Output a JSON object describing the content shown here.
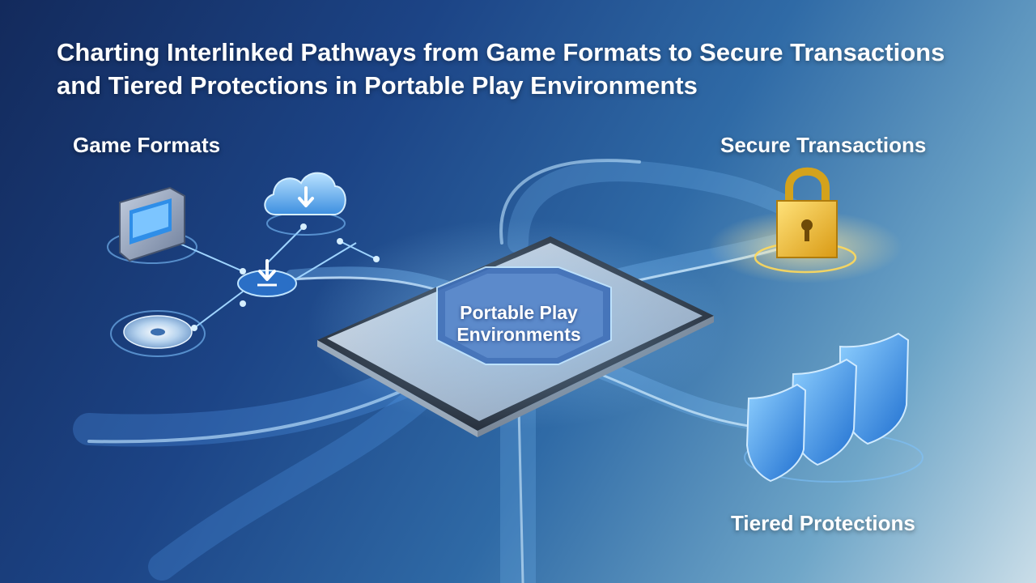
{
  "title": {
    "line1": "Charting Interlinked Pathways from Game Formats to Secure Transactions",
    "line2": "and Tiered Protections in Portable Play Environments"
  },
  "sections": {
    "game_formats": "Game Formats",
    "secure_transactions": "Secure Transactions",
    "tiered_protections": "Tiered Protections"
  },
  "center": {
    "line1": "Portable Play",
    "line2": "Environments"
  },
  "icons": [
    "cartridge-icon",
    "cloud-download-icon",
    "download-icon",
    "disc-icon",
    "padlock-icon",
    "shield-icon"
  ],
  "colors": {
    "background_dark": "#132a5c",
    "background_light": "#c9dde8",
    "flow_blue": "#7ec3ff",
    "lock_gold": "#f2c230",
    "shield_blue": "#3a9ff0"
  }
}
